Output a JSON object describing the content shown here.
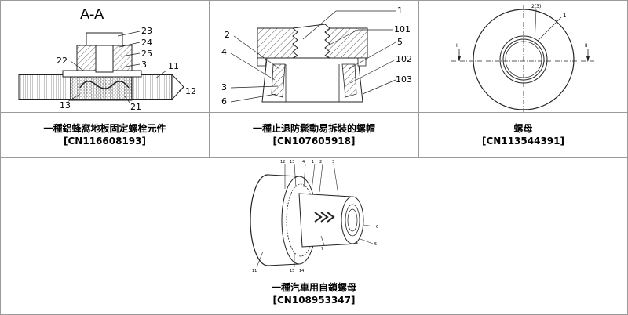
{
  "patents": [
    {
      "title": "一種鋁蜂窩地板固定螺栓元件",
      "code": "[CN116608193]",
      "section_label": "A-A",
      "callouts": [
        "23",
        "24",
        "25",
        "3",
        "22",
        "11",
        "12",
        "13",
        "21"
      ]
    },
    {
      "title": "一種止退防鬆動易拆裝的螺帽",
      "code": "[CN107605918]",
      "callouts": [
        "1",
        "2",
        "101",
        "4",
        "5",
        "102",
        "3",
        "103",
        "6"
      ]
    },
    {
      "title": "螺母",
      "code": "[CN113544391]",
      "callouts": [
        "2(3)",
        "1",
        "II",
        "II"
      ]
    },
    {
      "title": "一種汽車用自鎖螺母",
      "code": "[CN108953347]",
      "callouts": [
        "12",
        "13",
        "4",
        "1",
        "2",
        "3",
        "11",
        "15",
        "7",
        "6",
        "5",
        "14"
      ]
    }
  ]
}
